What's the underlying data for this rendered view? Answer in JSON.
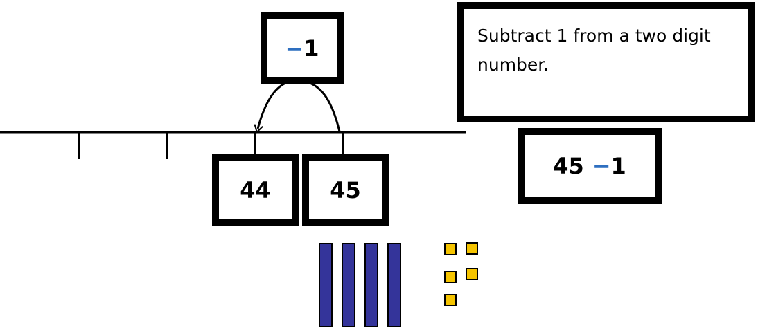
{
  "operation_box": {
    "sign": "−",
    "value": "1"
  },
  "instruction": {
    "text": "Subtract 1 from a two digit number."
  },
  "number_line": {
    "labeled_points": [
      {
        "value": "44"
      },
      {
        "value": "45"
      }
    ]
  },
  "expression": {
    "left": "45",
    "sign": "−",
    "right": "1"
  },
  "base_ten_blocks": {
    "tens": 4,
    "ones": 5
  },
  "colors": {
    "operator": "#2e6fc0",
    "tens_rod": "#34349a",
    "ones_cube": "#f5c400"
  }
}
